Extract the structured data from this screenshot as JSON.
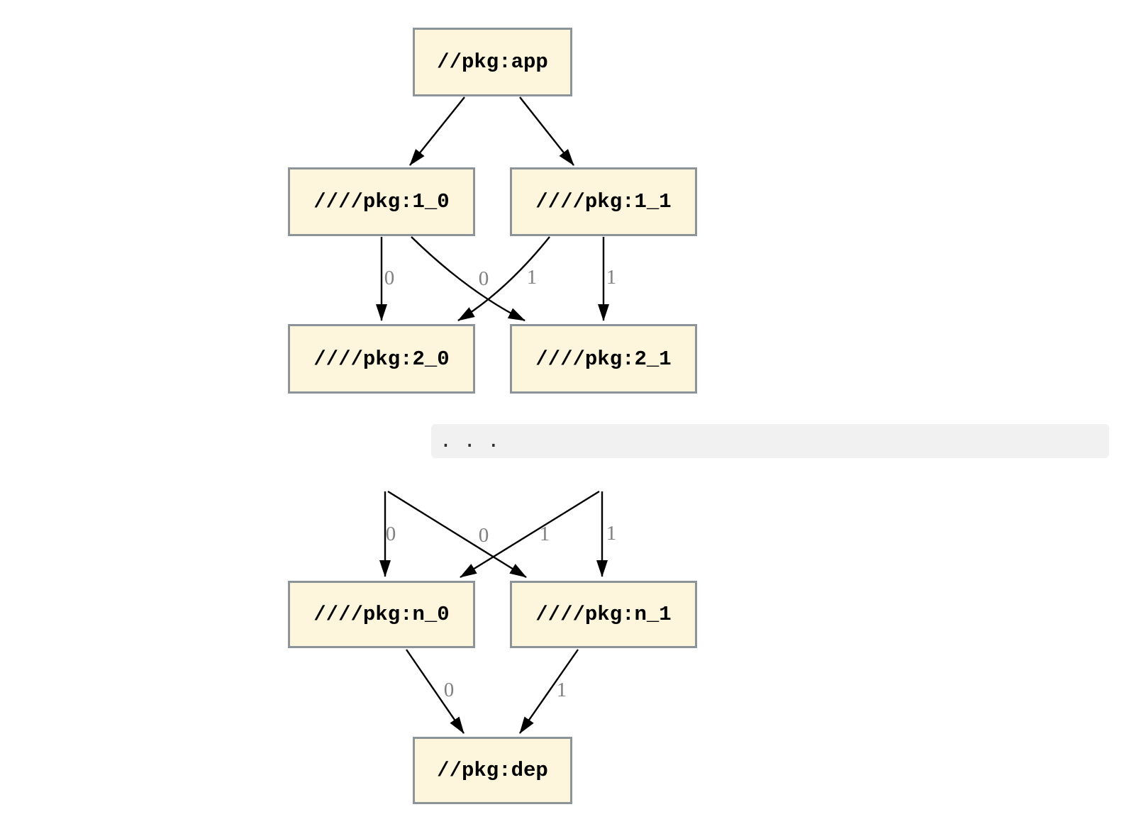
{
  "diagram": {
    "type": "dependency-graph",
    "nodes": {
      "app": {
        "label": "//pkg:app"
      },
      "l1_0": {
        "label": "////pkg:1_0"
      },
      "l1_1": {
        "label": "////pkg:1_1"
      },
      "l2_0": {
        "label": "////pkg:2_0"
      },
      "l2_1": {
        "label": "////pkg:2_1"
      },
      "ln_0": {
        "label": "////pkg:n_0"
      },
      "ln_1": {
        "label": "////pkg:n_1"
      },
      "dep": {
        "label": "//pkg:dep"
      }
    },
    "edges": [
      {
        "from": "//pkg:app",
        "to": "////pkg:1_0",
        "label": ""
      },
      {
        "from": "//pkg:app",
        "to": "////pkg:1_1",
        "label": ""
      },
      {
        "from": "////pkg:1_0",
        "to": "////pkg:2_0",
        "label": "0"
      },
      {
        "from": "////pkg:1_0",
        "to": "////pkg:2_1",
        "label": "1"
      },
      {
        "from": "////pkg:1_1",
        "to": "////pkg:2_0",
        "label": "0"
      },
      {
        "from": "////pkg:1_1",
        "to": "////pkg:2_1",
        "label": "1"
      },
      {
        "from": "(continued)",
        "to": "////pkg:n_0",
        "label": "0"
      },
      {
        "from": "(continued)",
        "to": "////pkg:n_1",
        "label": "1"
      },
      {
        "from": "(continued)",
        "to": "////pkg:n_0",
        "label": "0"
      },
      {
        "from": "(continued)",
        "to": "////pkg:n_1",
        "label": "1"
      },
      {
        "from": "////pkg:n_0",
        "to": "//pkg:dep",
        "label": "0"
      },
      {
        "from": "////pkg:n_1",
        "to": "//pkg:dep",
        "label": "1"
      }
    ],
    "edge_labels": {
      "t_1_0_to_2_0": "0",
      "t_1_1_to_2_0": "0",
      "t_1_0_to_2_1": "1",
      "t_1_1_to_2_1": "1",
      "b_to_n_0_straight": "0",
      "b_to_n_0_cross": "0",
      "b_to_n_1_cross": "1",
      "b_to_n_1_straight": "1",
      "b_n_0_to_dep": "0",
      "b_n_1_to_dep": "1"
    },
    "separator": {
      "text": ". . ."
    },
    "colors": {
      "node_fill": "#fdf6dd",
      "node_border": "#8d9499",
      "edge": "#000000",
      "edge_label": "#808080",
      "separator_bg": "#f1f1f1",
      "separator_text": "#2d2d2d",
      "background": "#ffffff"
    }
  }
}
